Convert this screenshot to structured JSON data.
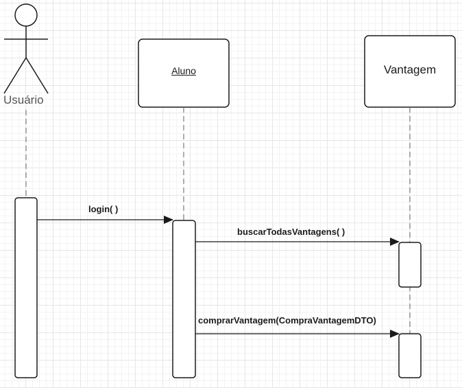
{
  "actor": {
    "label": "Usuário"
  },
  "participants": [
    {
      "id": "aluno",
      "label": "Aluno",
      "underline": true
    },
    {
      "id": "vantagem",
      "label": "Vantagem",
      "underline": false
    }
  ],
  "messages": [
    {
      "from": "Usuário",
      "to": "Aluno",
      "label": "login( )"
    },
    {
      "from": "Aluno",
      "to": "Vantagem",
      "label": "buscarTodasVantagens( )"
    },
    {
      "from": "Aluno",
      "to": "Vantagem",
      "label": "comprarVantagem(CompraVantagemDTO)"
    }
  ],
  "colors": {
    "stroke": "#1a1a1a",
    "lifeline": "#666666",
    "actor_text": "#555555",
    "grid": "#e6e6e6"
  }
}
